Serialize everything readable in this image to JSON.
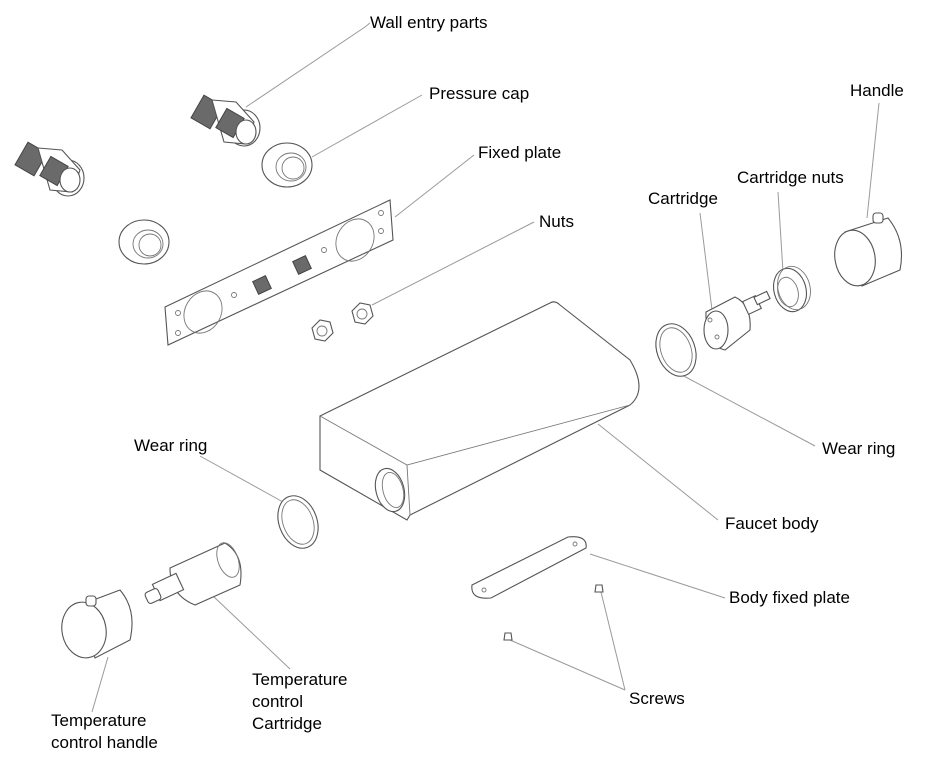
{
  "diagram": {
    "title": "Faucet exploded view",
    "labels": {
      "wall_entry_parts": "Wall entry parts",
      "pressure_cap": "Pressure cap",
      "fixed_plate": "Fixed plate",
      "nuts": "Nuts",
      "cartridge": "Cartridge",
      "cartridge_nuts": "Cartridge nuts",
      "handle": "Handle",
      "wear_ring_right": "Wear ring",
      "faucet_body": "Faucet body",
      "wear_ring_left": "Wear ring",
      "body_fixed_plate": "Body fixed plate",
      "screws": "Screws",
      "temp_control_cartridge_l1": "Temperature",
      "temp_control_cartridge_l2": "control",
      "temp_control_cartridge_l3": "Cartridge",
      "temp_control_handle_l1": "Temperature",
      "temp_control_handle_l2": "control handle"
    }
  }
}
